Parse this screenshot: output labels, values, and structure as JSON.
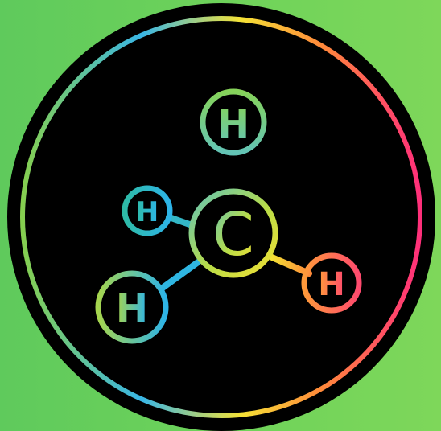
{
  "molecule": {
    "center_atom": {
      "symbol": "C"
    },
    "atoms": [
      {
        "id": "top",
        "symbol": "H"
      },
      {
        "id": "left",
        "symbol": "H"
      },
      {
        "id": "bottom-left",
        "symbol": "H"
      },
      {
        "id": "right",
        "symbol": "H"
      }
    ]
  },
  "colors": {
    "background_left": "#5fca5c",
    "background_right": "#7ed75a",
    "disc": "#000000",
    "ring_cyan": "#2db4e8",
    "ring_green": "#8fd14f",
    "ring_yellow": "#f4e034",
    "ring_orange": "#ff7a3c",
    "ring_pink": "#ff2f7a"
  },
  "icon": "methane-molecule-icon"
}
